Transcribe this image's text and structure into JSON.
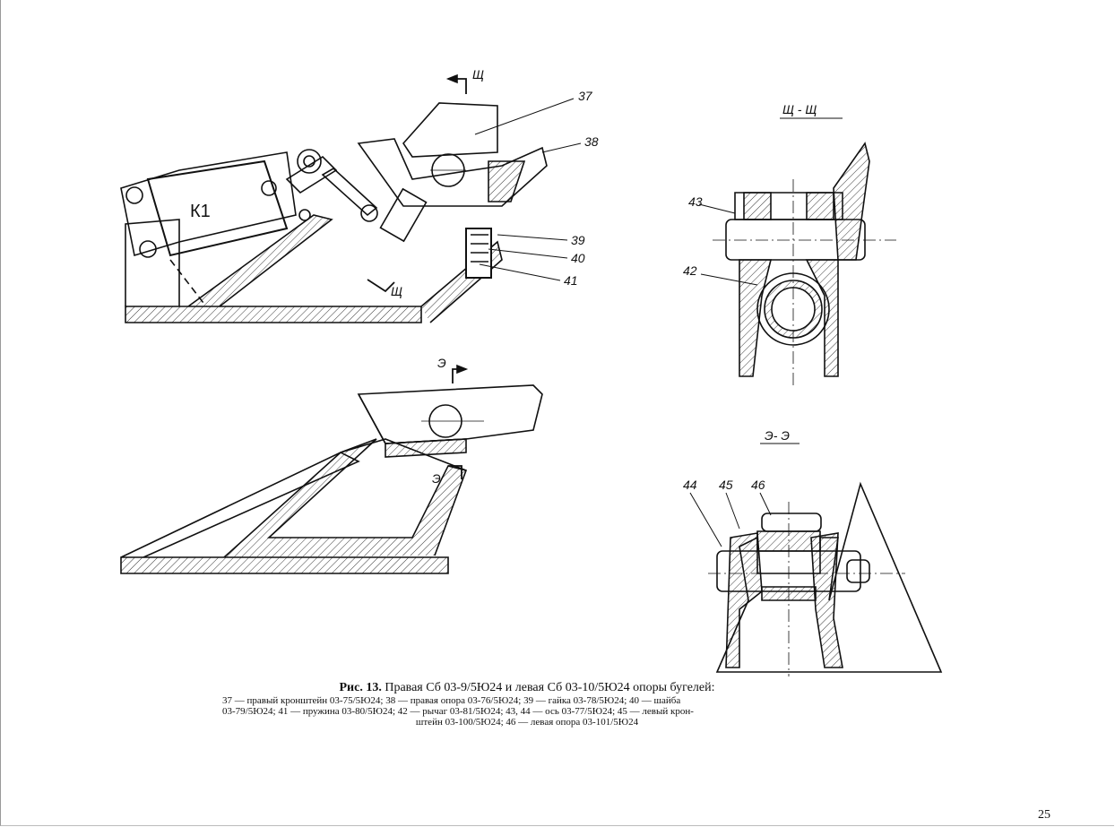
{
  "labels": {
    "part_37": "37",
    "part_38": "38",
    "part_39": "39",
    "part_40": "40",
    "part_41": "41",
    "part_42": "42",
    "part_43": "43",
    "part_44": "44",
    "part_45": "45",
    "part_46": "46",
    "k1": "К1",
    "section_shch": "Щ",
    "section_shch_shch": "Щ - Щ",
    "section_e": "Э",
    "section_e_e": "Э- Э"
  },
  "caption": {
    "fig_num": "Рис. 13.",
    "title": "Правая Сб 03-9/5Ю24 и левая Сб 03-10/5Ю24 опоры бугелей:",
    "line1": "37 — правый кронштейн 03-75/5Ю24; 38 — правая опора 03-76/5Ю24; 39 — гайка 03-78/5Ю24; 40 — шайба",
    "line2": "03-79/5Ю24; 41 — пружина 03-80/5Ю24; 42 — рычаг 03-81/5Ю24; 43, 44 — ось 03-77/5Ю24; 45 — левый крон-",
    "line3": "штейн 03-100/5Ю24; 46 — левая опора 03-101/5Ю24"
  },
  "page_number": "25"
}
